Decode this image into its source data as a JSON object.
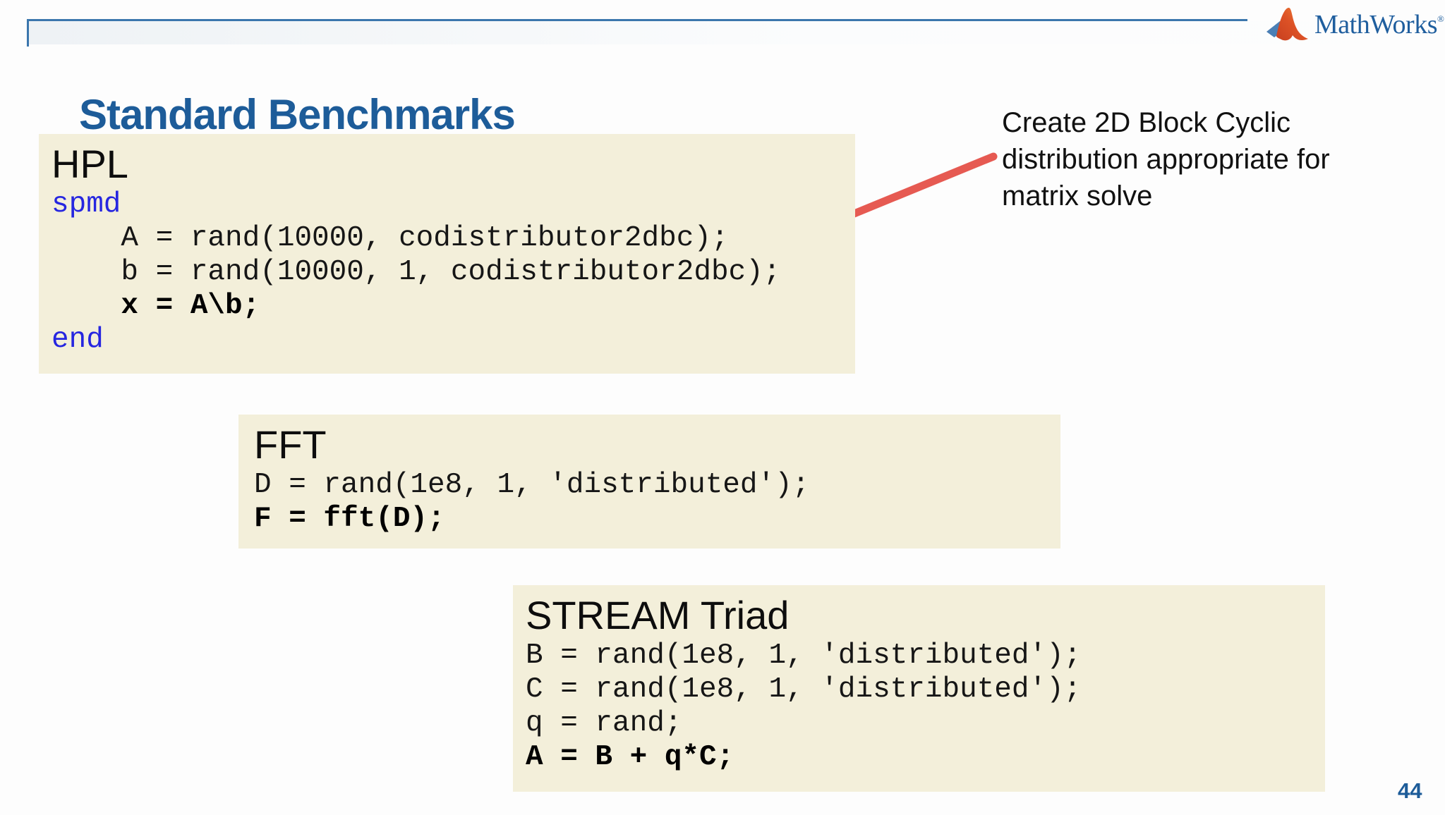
{
  "slide": {
    "title": "Standard Benchmarks",
    "page_number": "44",
    "logo": {
      "brand": "MathWorks",
      "registered": "®"
    },
    "annotation": {
      "line1": "Create 2D Block Cyclic",
      "line2": "distribution appropriate for",
      "line3": "matrix solve"
    },
    "blocks": {
      "hpl": {
        "header": "HPL",
        "lines": [
          {
            "text": "spmd",
            "style": "keyword"
          },
          {
            "text": "    A = rand(10000, codistributor2dbc);",
            "style": "plain"
          },
          {
            "text": "    b = rand(10000, 1, codistributor2dbc);",
            "style": "plain"
          },
          {
            "text": "    x = A\\b;",
            "style": "bold"
          },
          {
            "text": "end",
            "style": "keyword"
          }
        ]
      },
      "fft": {
        "header": "FFT",
        "lines": [
          {
            "text": "D = rand(1e8, 1, 'distributed');",
            "style": "plain"
          },
          {
            "text": "F = fft(D);",
            "style": "bold"
          }
        ]
      },
      "stream": {
        "header": "STREAM Triad",
        "lines": [
          {
            "text": "B = rand(1e8, 1, 'distributed');",
            "style": "plain"
          },
          {
            "text": "C = rand(1e8, 1, 'distributed');",
            "style": "plain"
          },
          {
            "text": "q = rand;",
            "style": "plain"
          },
          {
            "text": "A = B + q*C;",
            "style": "bold"
          }
        ]
      }
    },
    "colors": {
      "accent_blue": "#1d5c99",
      "rule_blue": "#3b76ad",
      "keyword_blue": "#2626e0",
      "code_block_bg": "#f3efda",
      "arrow_red": "#e65a52",
      "logo_blue": "#4a7fb5",
      "logo_orange": "#dd5226"
    }
  }
}
